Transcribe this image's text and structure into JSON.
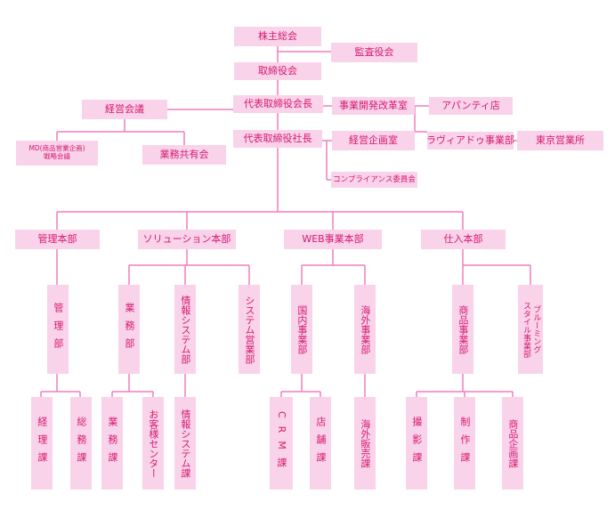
{
  "org": {
    "shareholders_meeting": "株主総会",
    "auditor": "監査役会",
    "board": "取締役会",
    "chairman": "代表取締役会長",
    "president": "代表取締役社長",
    "management_meeting": "経営会議",
    "md_meeting": "MD(商品営業企画)\n戦略会議",
    "business_sharing": "業務共有会",
    "business_reform": "事業開発改革室",
    "apanti": "アパンティ店",
    "lavie": "ラヴィアドゥ事業部",
    "tokyo_office": "東京営業所",
    "planning": "経営企画室",
    "compliance": "コンプライアンス委員会",
    "divisions": {
      "admin": "管理本部",
      "solution": "ソリューション本部",
      "web": "WEB事業本部",
      "purchasing": "仕入本部"
    },
    "departments": {
      "admin_dept": "管理部",
      "business_dept": "業務部",
      "info_systems_dept": "情報システム部",
      "system_sales_dept": "システム営業部",
      "domestic_dept": "国内事業部",
      "overseas_dept": "海外事業部",
      "product_dept": "商品事業部",
      "bloomin_style": "ブルーミング\nスタイル事業部"
    },
    "sections": {
      "accounting": "経理課",
      "general_affairs": "総務課",
      "business": "業務課",
      "customer_center": "お客様センター",
      "info_systems": "情報システム課",
      "crm": "CRM課",
      "store": "店舗課",
      "overseas_sales": "海外販売課",
      "photography": "撮影課",
      "production": "制作課",
      "product_planning": "商品企画課"
    }
  }
}
